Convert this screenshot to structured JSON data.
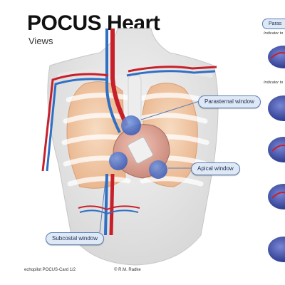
{
  "header": {
    "title": "POCUS Heart",
    "subtitle": "Views"
  },
  "labels": {
    "parasternal": "Parasternal window",
    "apical": "Apical window",
    "subcostal": "Subcostal window"
  },
  "sidebar": {
    "tab_label": "Paras",
    "indicator_1": "Indicator to",
    "indicator_2": "Indicator to"
  },
  "footer": {
    "left": "echopilot POCUS-Card 1/2",
    "right": "© R.M. Radke"
  },
  "colors": {
    "accent": "#5a7fb5",
    "label_fill": "#dfe8f5",
    "artery": "#c8202a",
    "vein": "#2f6fc4",
    "lung": "#f1c9a5",
    "window_marker": "#4a6fc4"
  }
}
